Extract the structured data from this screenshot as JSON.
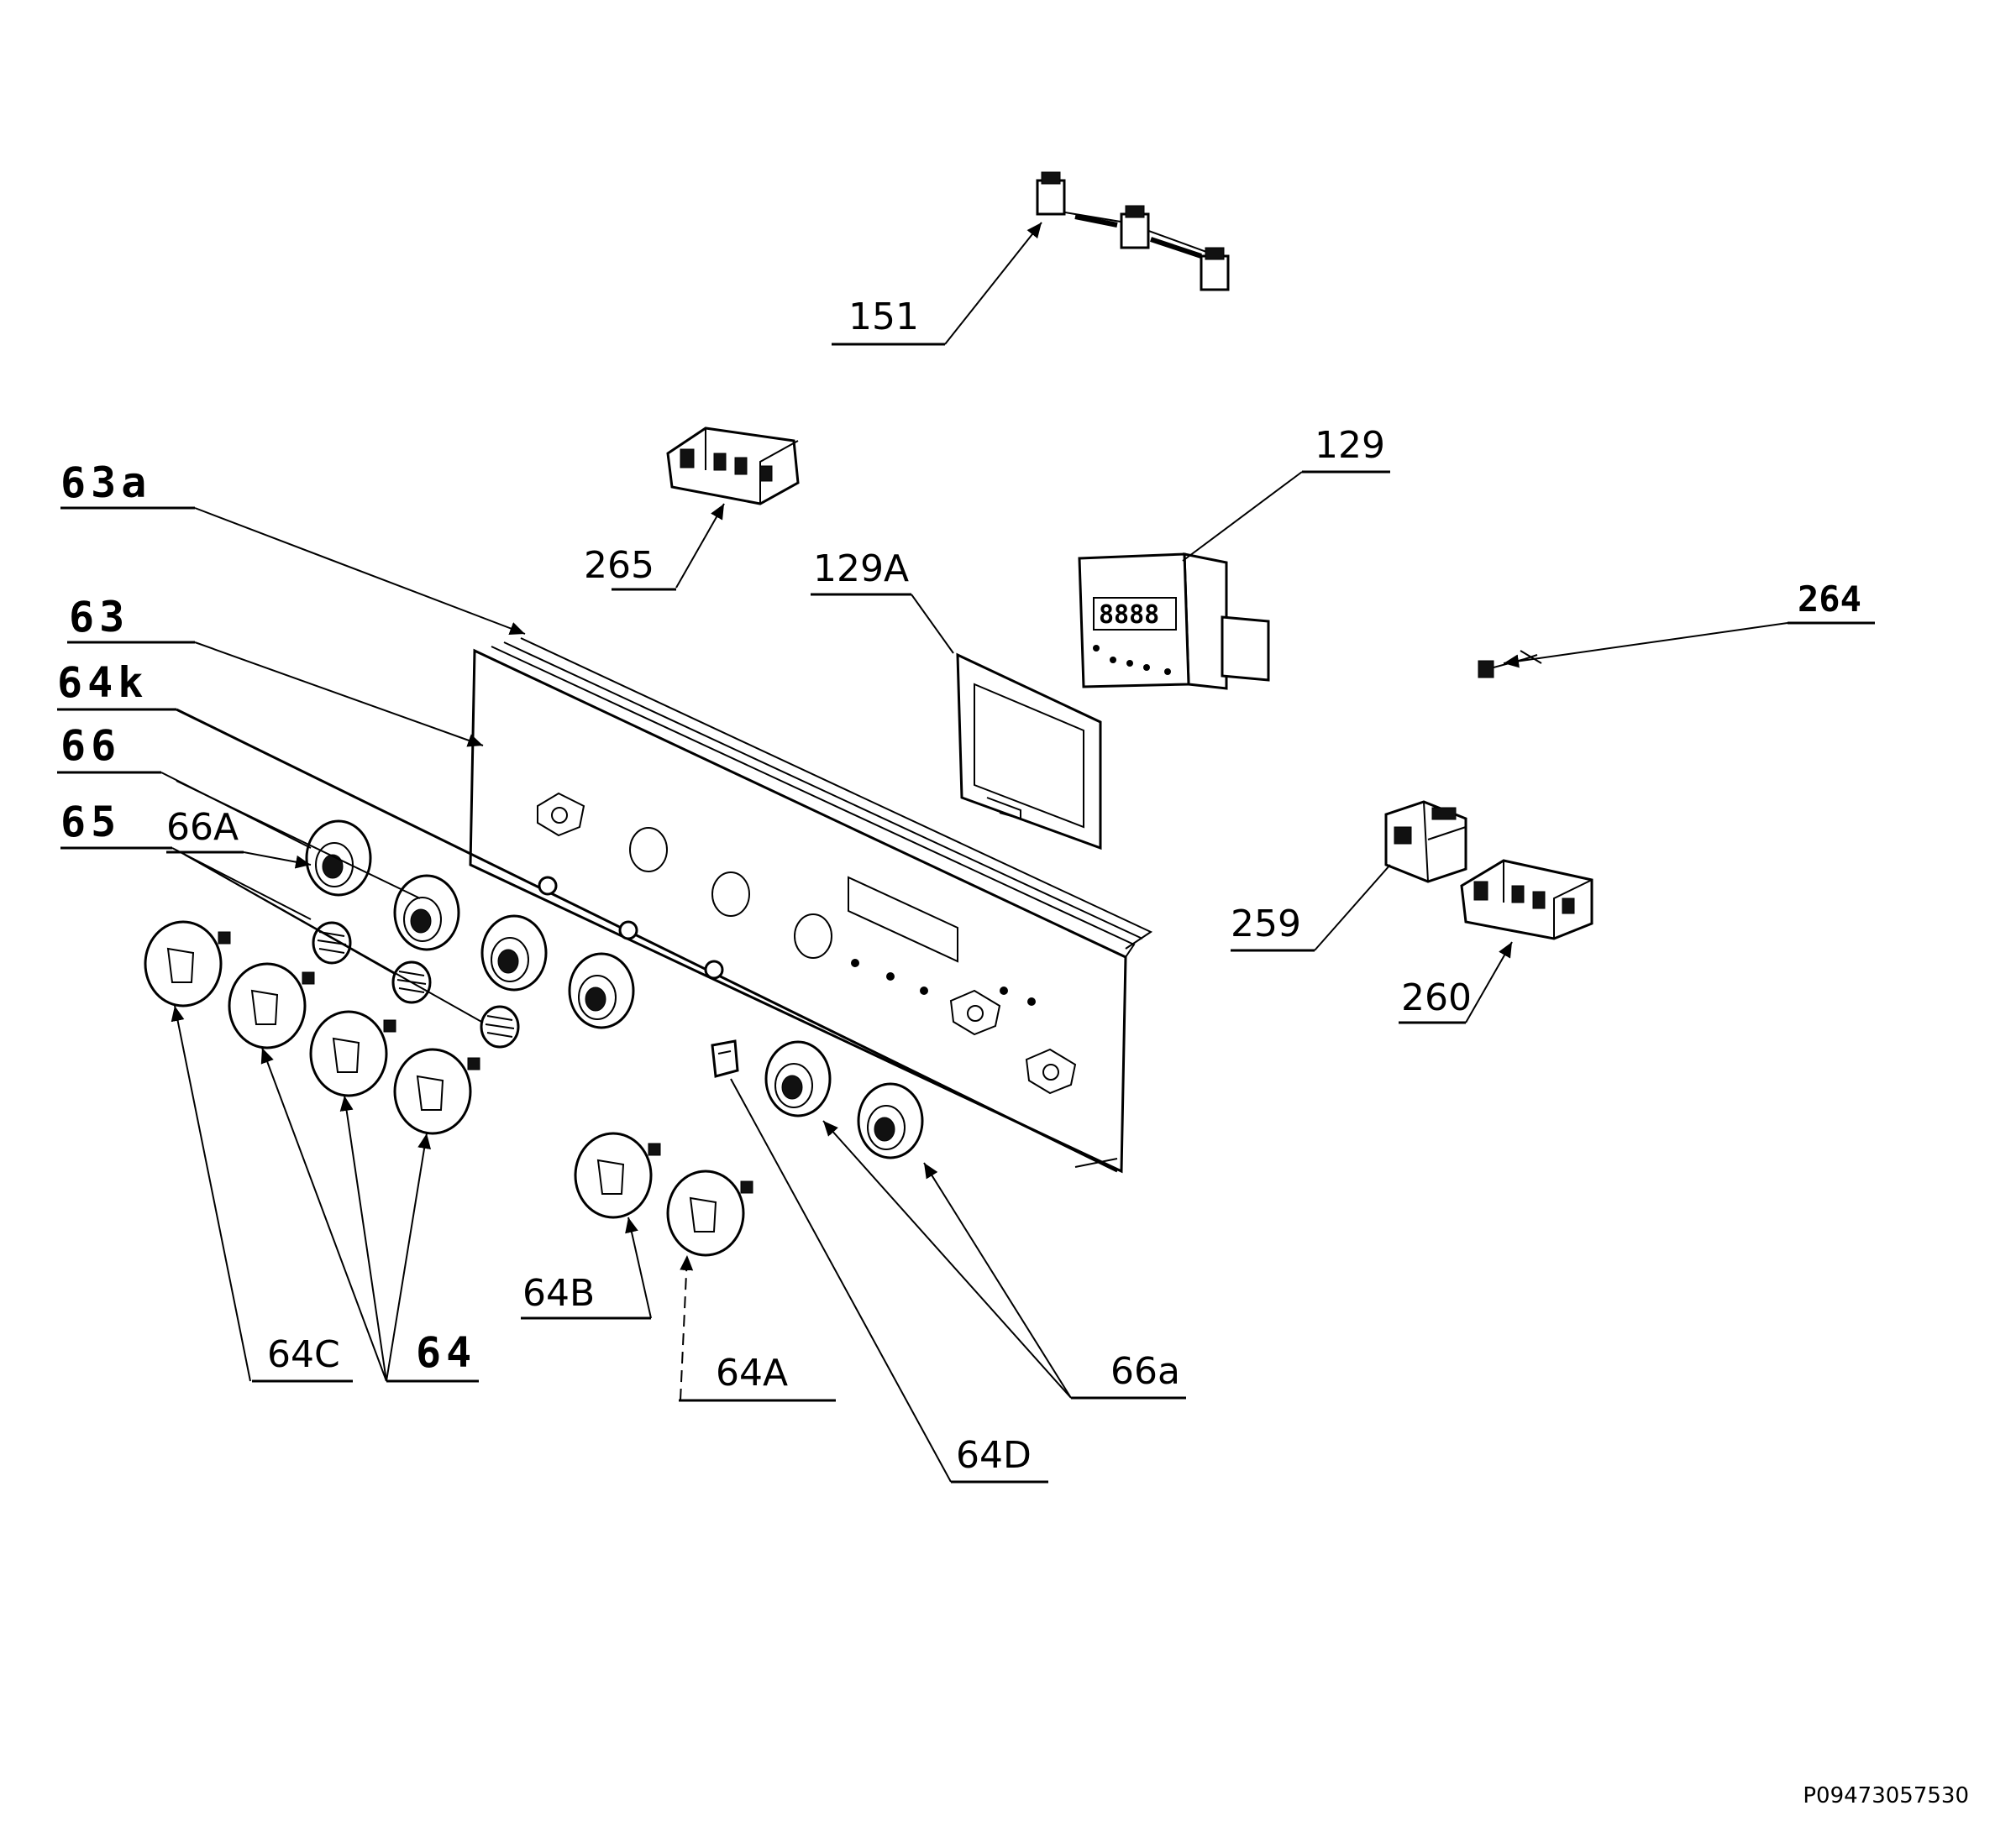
{
  "labels": {
    "l151": "151",
    "l129": "129",
    "l265": "265",
    "l129A": "129A",
    "l264": "264",
    "l63a": "63a",
    "l63": "63",
    "l64k": "64k",
    "l66": "66",
    "l65": "65",
    "l66A": "66A",
    "l259": "259",
    "l260": "260",
    "l64B": "64B",
    "l64C": "64C",
    "l64": "64",
    "l64A": "64A",
    "l66a": "66a",
    "l64D": "64D"
  },
  "document_id": "P09473057530",
  "display_digits": "8888"
}
